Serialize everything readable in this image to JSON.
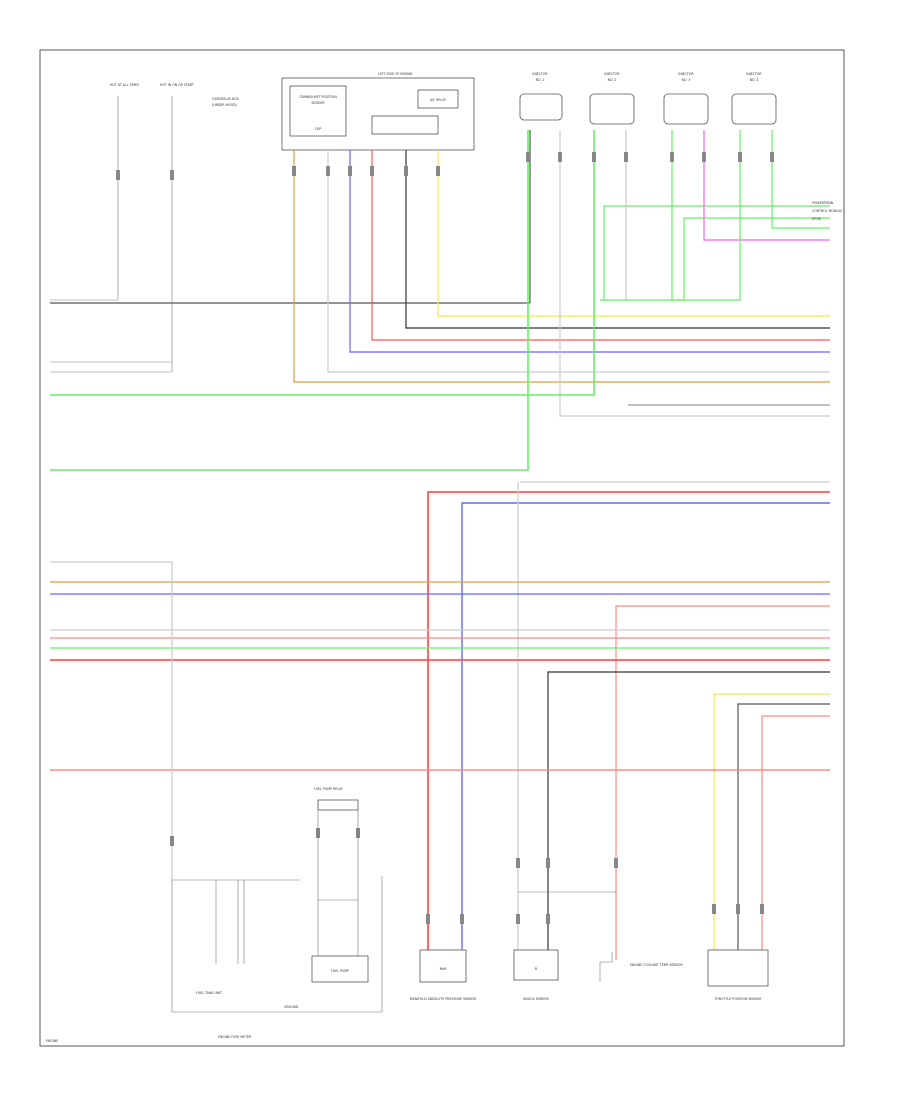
{
  "colors": {
    "border": "#555555",
    "wire_gray": "#cccccc",
    "wire_dark": "#555555",
    "wire_green": "#33cc33",
    "wire_bright_green": "#66ee66",
    "wire_yellow": "#eeee44",
    "wire_red": "#ff5555",
    "wire_pink": "#ff8888",
    "wire_blue": "#6666ff",
    "wire_orange": "#e0a030",
    "wire_magenta": "#ee66ee",
    "wire_black": "#333333"
  },
  "components": {
    "fuse_left_a": "HOT AT ALL TIMES",
    "fuse_left_b": "HOT IN ON OR START",
    "fuse_left_c": "FUSE/RELAY BOX",
    "fuse_left_d": "(UNDER HOOD)",
    "top_center_module": "LEFT SIDE OF ENGINE",
    "top_center_sub1": "CRANKSHAFT POSITION",
    "top_center_sub2": "SENSOR",
    "top_center_sub3": "CKP",
    "top_center_relay": "A/F RELAY",
    "injector_1": "INJECTOR",
    "injector_2": "INJECTOR",
    "injector_3": "INJECTOR",
    "injector_4": "INJECTOR",
    "injector_num_1": "NO. 1",
    "injector_num_2": "NO. 2",
    "injector_num_3": "NO. 3",
    "injector_num_4": "NO. 4",
    "ecm_label_1": "POWERTRAIN",
    "ecm_label_2": "CONTROL MODULE",
    "ecm_label_3": "(PCM)",
    "bottom_left_module": "FUEL TANK UNIT",
    "bottom_left_unit": "GROUND",
    "bottom_relay": "FUEL PUMP RELAY",
    "bottom_relay_unit": "FUEL PUMP",
    "bottom_caption": "ENGINE FUSE METER",
    "sensor_b1_label": "MAP",
    "sensor_b1_caption": "MANIFOLD ABSOLUTE PRESSURE SENSOR",
    "sensor_b2_label": "B",
    "sensor_b2_caption": "KNOCK SENSOR",
    "sensor_b3_caption": "ENGINE COOLANT TEMP SENSOR",
    "sensor_b4_caption": "THROTTLE POSITION SENSOR",
    "page_ref": "ENGINE"
  }
}
